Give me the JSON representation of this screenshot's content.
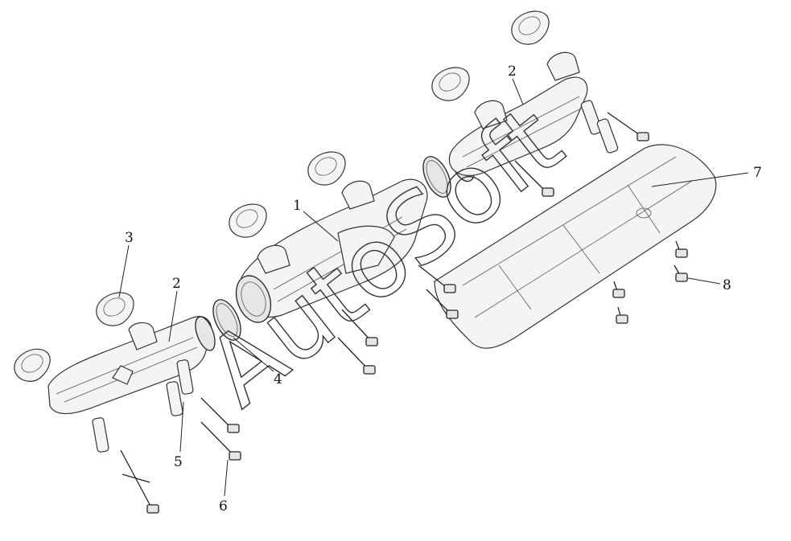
{
  "callouts": [
    {
      "id": "c1",
      "label": "1"
    },
    {
      "id": "c2a",
      "label": "2"
    },
    {
      "id": "c2b",
      "label": "2"
    },
    {
      "id": "c3",
      "label": "3"
    },
    {
      "id": "c4",
      "label": "4"
    },
    {
      "id": "c5",
      "label": "5"
    },
    {
      "id": "c6",
      "label": "6"
    },
    {
      "id": "c7",
      "label": "7"
    },
    {
      "id": "c8",
      "label": "8"
    }
  ],
  "watermark": "AutoSoft"
}
